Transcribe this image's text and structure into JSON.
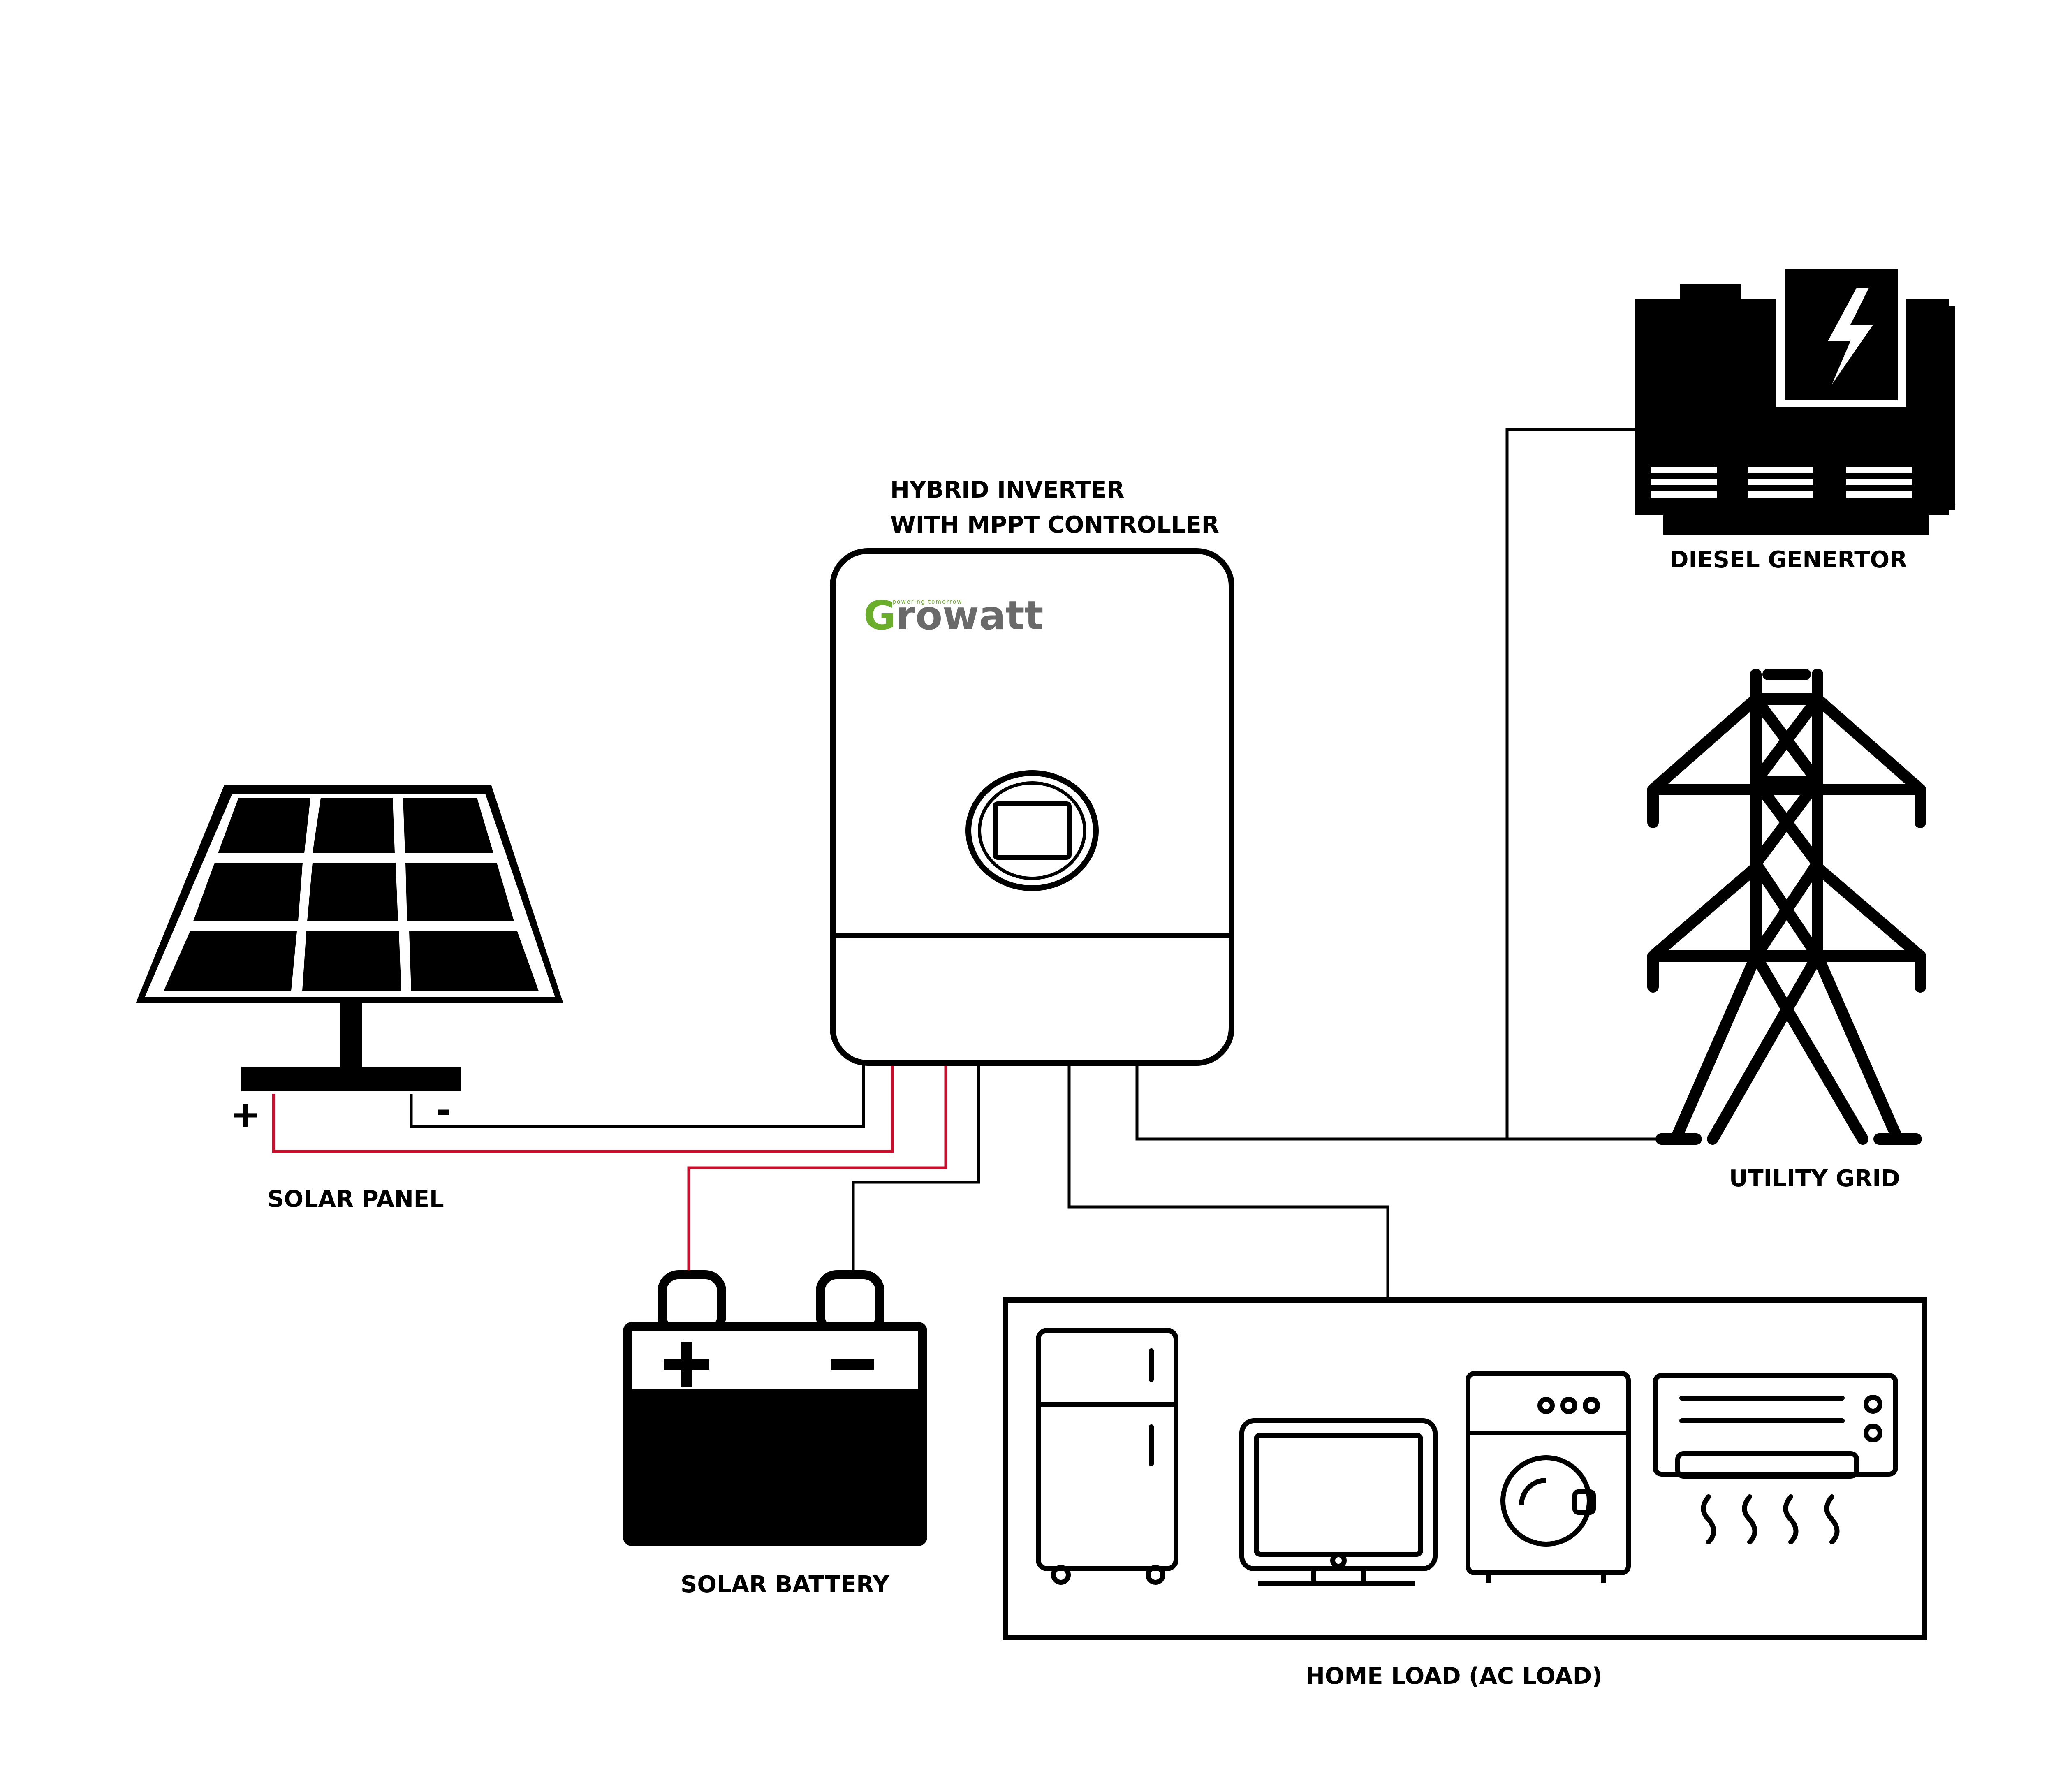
{
  "labels": {
    "inverter_line1": "HYBRID INVERTER",
    "inverter_line2": "WITH MPPT CONTROLLER",
    "generator": "DIESEL GENERTOR",
    "grid": "UTILITY GRID",
    "solar_panel": "SOLAR PANEL",
    "battery": "SOLAR BATTERY",
    "home_load": "HOME LOAD (AC LOAD)"
  },
  "solar_panel_terminals": {
    "positive": "+",
    "negative": "-"
  },
  "inverter": {
    "brand_initial": "G",
    "brand_rest": "rowatt",
    "brand_tagline": "powering tomorrow"
  },
  "battery_terminals": {
    "positive": "+",
    "negative": "-"
  },
  "home_appliances": [
    "refrigerator-icon",
    "tv-icon",
    "washing-machine-icon",
    "air-conditioner-icon"
  ],
  "colors": {
    "dc_positive_wire": "#c8102e",
    "wire": "#000000",
    "brand_green": "#6aae2b"
  }
}
